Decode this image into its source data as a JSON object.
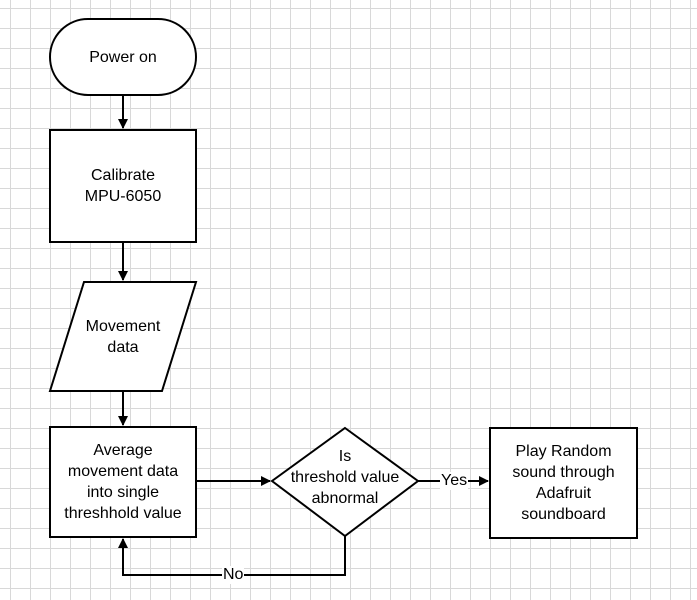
{
  "nodes": {
    "start": {
      "lines": [
        "Power on"
      ]
    },
    "calibrate": {
      "lines": [
        "Calibrate",
        "MPU-6050"
      ]
    },
    "movement": {
      "lines": [
        "Movement",
        "data"
      ]
    },
    "average": {
      "lines": [
        "Average",
        "movement data",
        "into single",
        "threshhold value"
      ]
    },
    "decision": {
      "lines": [
        "Is",
        "threshold value",
        "abnormal"
      ]
    },
    "play": {
      "lines": [
        "Play Random",
        "sound through",
        "Adafruit",
        "soundboard"
      ]
    }
  },
  "edges": {
    "yes_label": "Yes",
    "no_label": "No"
  }
}
